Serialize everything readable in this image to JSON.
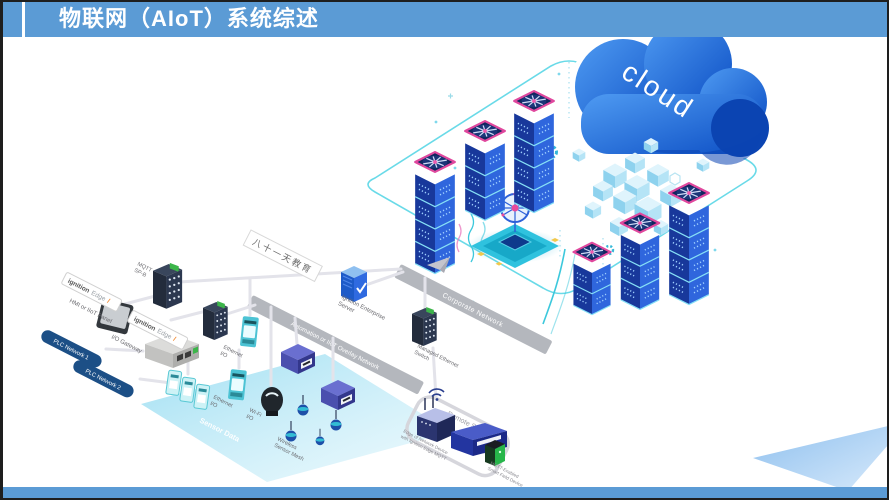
{
  "slide": {
    "title": "物联网（AIoT）系统综述",
    "accent_color": "#5b9bd5"
  },
  "cloud_scene": {
    "cloud_label": "cloud"
  },
  "diagram": {
    "watermark": "八十一天教育",
    "logo": [
      "ignition",
      "Edge",
      "/"
    ],
    "bands": {
      "corporate": "Corporate Network",
      "overlay": "Automation or IIoT Overlay Network",
      "remote_site": "Remote Site",
      "sensor_data": "Sensor Data"
    },
    "pills": {
      "plc1": "PLC Network 1",
      "plc2": "PLC Network 2"
    },
    "labels": {
      "hmi": "HMI or IIoT Panel",
      "mqtt": [
        "MQTT",
        "SP-B"
      ],
      "gateway": "I/O Gateway",
      "eth1": [
        "Ethernet",
        "I/O"
      ],
      "eth2": [
        "Ethernet",
        "I/O"
      ],
      "wifi": [
        "Wi-Fi",
        "I/O"
      ],
      "mesh": [
        "Wireless",
        "Sensor Mesh"
      ],
      "enterprise": [
        "Ignition Enterprise",
        "Server"
      ],
      "managed": [
        "Managed Ethernet",
        "Switch"
      ],
      "remote_note": [
        "Edge of Network Device",
        "with Ignition Edge MQTT"
      ],
      "field": [
        "MQTT-Enabled",
        "Smart Field Device"
      ]
    }
  }
}
